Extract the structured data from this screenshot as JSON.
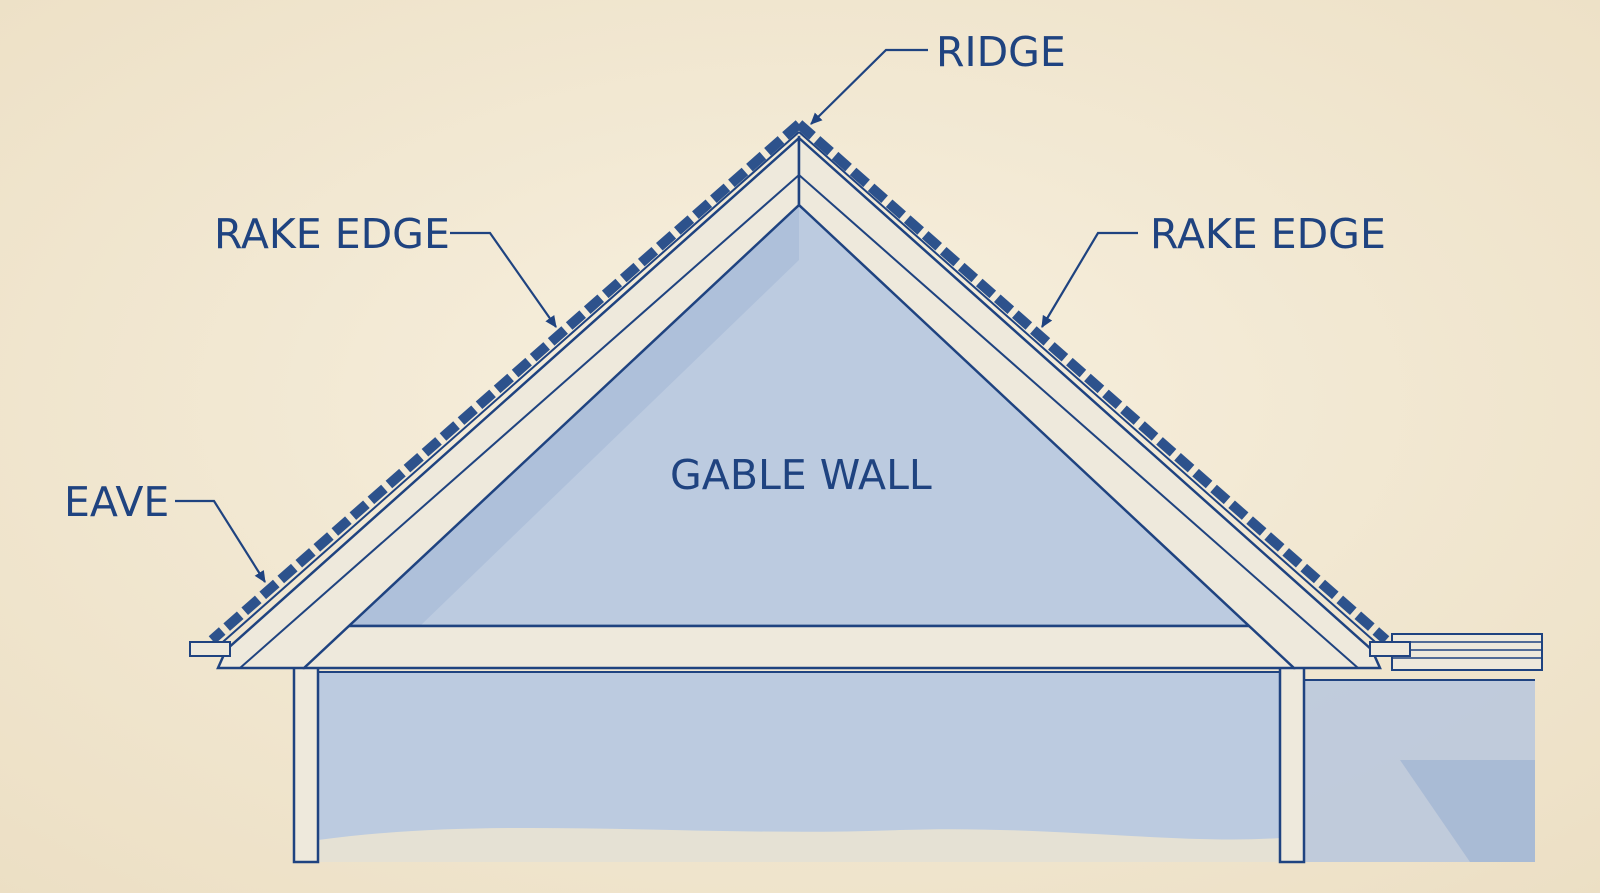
{
  "labels": {
    "ridge": "RIDGE",
    "rake_edge_left": "RAKE EDGE",
    "rake_edge_right": "RAKE EDGE",
    "eave": "EAVE",
    "gable_wall": "GABLE WALL"
  },
  "colors": {
    "paper": "#f3ead6",
    "ink": "#1f4380",
    "wall_fill": "#bccbe0",
    "trim": "#eee9dc"
  }
}
